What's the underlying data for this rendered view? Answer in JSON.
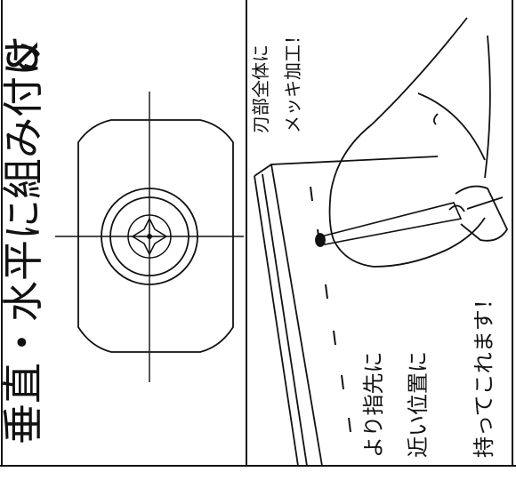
{
  "left_panel": {
    "title_part1": "垂直・水平に組み付け",
    "title_part2": "&"
  },
  "right_panel": {
    "note_top_line1": "刃部全体に",
    "note_top_line2": "メッキ加工！",
    "note_bottom_line1": "より指先に",
    "note_bottom_line2": "近い位置に",
    "note_bottom_line3": "持ってこれます！"
  },
  "colors": {
    "ink": "#111111",
    "paper": "#ffffff"
  },
  "icons": {
    "lock_plate": "lock-cylinder-plate-icon",
    "hand_with_key": "hand-holding-key-icon"
  }
}
